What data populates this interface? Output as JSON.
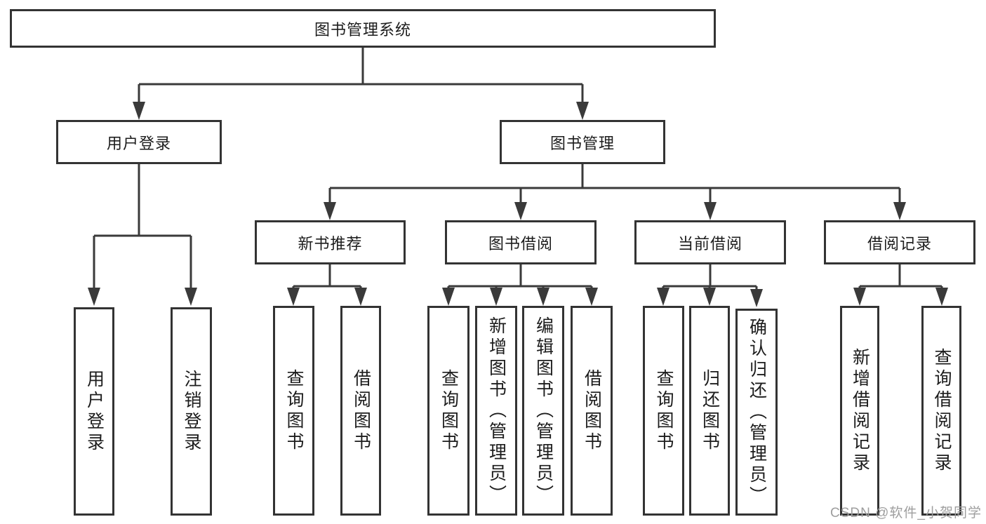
{
  "diagram": {
    "root": {
      "label": "图书管理系统"
    },
    "user_login": {
      "label": "用户登录",
      "children": [
        {
          "label": "用户登录"
        },
        {
          "label": "注销登录"
        }
      ]
    },
    "book_management": {
      "label": "图书管理",
      "sections": [
        {
          "label": "新书推荐",
          "children": [
            {
              "label": "查询图书"
            },
            {
              "label": "借阅图书"
            }
          ]
        },
        {
          "label": "图书借阅",
          "children": [
            {
              "label": "查询图书"
            },
            {
              "label": "新增图书（管理员）"
            },
            {
              "label": "编辑图书（管理员）"
            },
            {
              "label": "借阅图书"
            }
          ]
        },
        {
          "label": "当前借阅",
          "children": [
            {
              "label": "查询图书"
            },
            {
              "label": "归还图书"
            },
            {
              "label": "确认归还（管理员）"
            }
          ]
        },
        {
          "label": "借阅记录",
          "children": [
            {
              "label": "新增借阅记录"
            },
            {
              "label": "查询借阅记录"
            }
          ]
        }
      ]
    }
  },
  "watermark": {
    "text": "CSDN @软件_小贺同学"
  },
  "colors": {
    "line": "#3a3a3a",
    "box_border": "#333333",
    "text": "#1c1c1c",
    "watermark": "#9e9e9e",
    "background": "#ffffff"
  }
}
